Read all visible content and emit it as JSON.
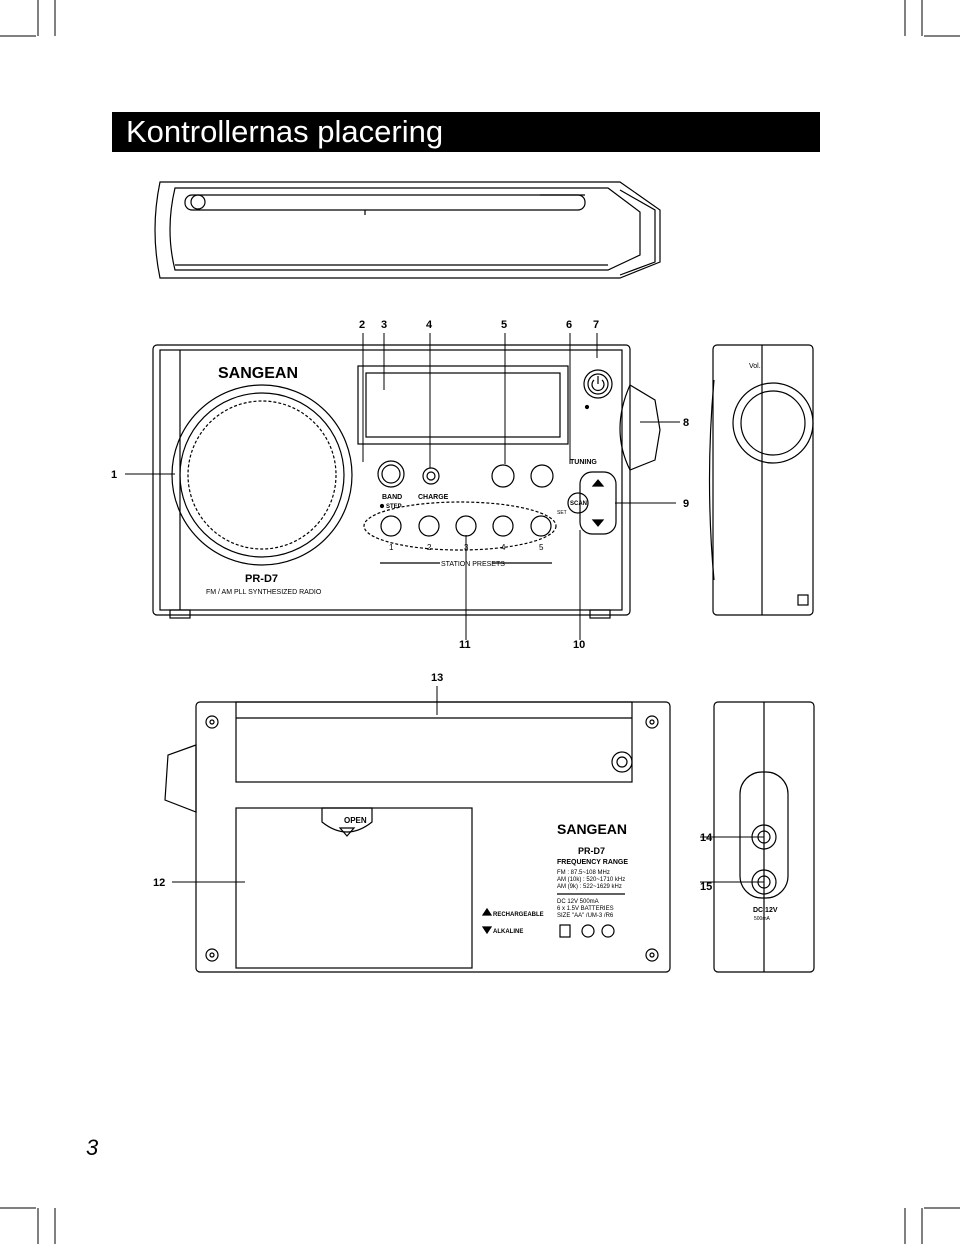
{
  "page": {
    "title": "Kontrollernas placering",
    "page_number": "3"
  },
  "front": {
    "brand": "SANGEAN",
    "model": "PR-D7",
    "subtitle": "FM / AM PLL SYNTHESIZED RADIO",
    "band_label": "BAND",
    "step_label": "STEP",
    "charge_label": "CHARGE",
    "tuning_label": "TUNING",
    "scan_label": "SCAN",
    "set_label": "SET",
    "presets_label": "STATION PRESETS",
    "preset_numbers": [
      "1",
      "2",
      "3",
      "4",
      "5"
    ]
  },
  "side": {
    "vol_label": "Vol."
  },
  "back": {
    "open_label": "OPEN",
    "brand": "SANGEAN",
    "model": "PR-D7",
    "freq_heading": "FREQUENCY RANGE",
    "freq_lines": [
      "FM : 87.5~108 MHz",
      "AM (10k) : 520~1710 kHz",
      "AM (9k) : 522~1629 kHz"
    ],
    "power_lines": [
      "DC 12V 500mA",
      "6 x 1.5V BATTERIES",
      "SIZE \"AA\" /UM-3 /R6"
    ],
    "rechargeable_label": "RECHARGEABLE",
    "alkaline_label": "ALKALINE",
    "dc_label": "DC 12V",
    "dc_current": "500mA"
  },
  "callouts": [
    "1",
    "2",
    "3",
    "4",
    "5",
    "6",
    "7",
    "8",
    "9",
    "10",
    "11",
    "12",
    "13",
    "14",
    "15"
  ]
}
